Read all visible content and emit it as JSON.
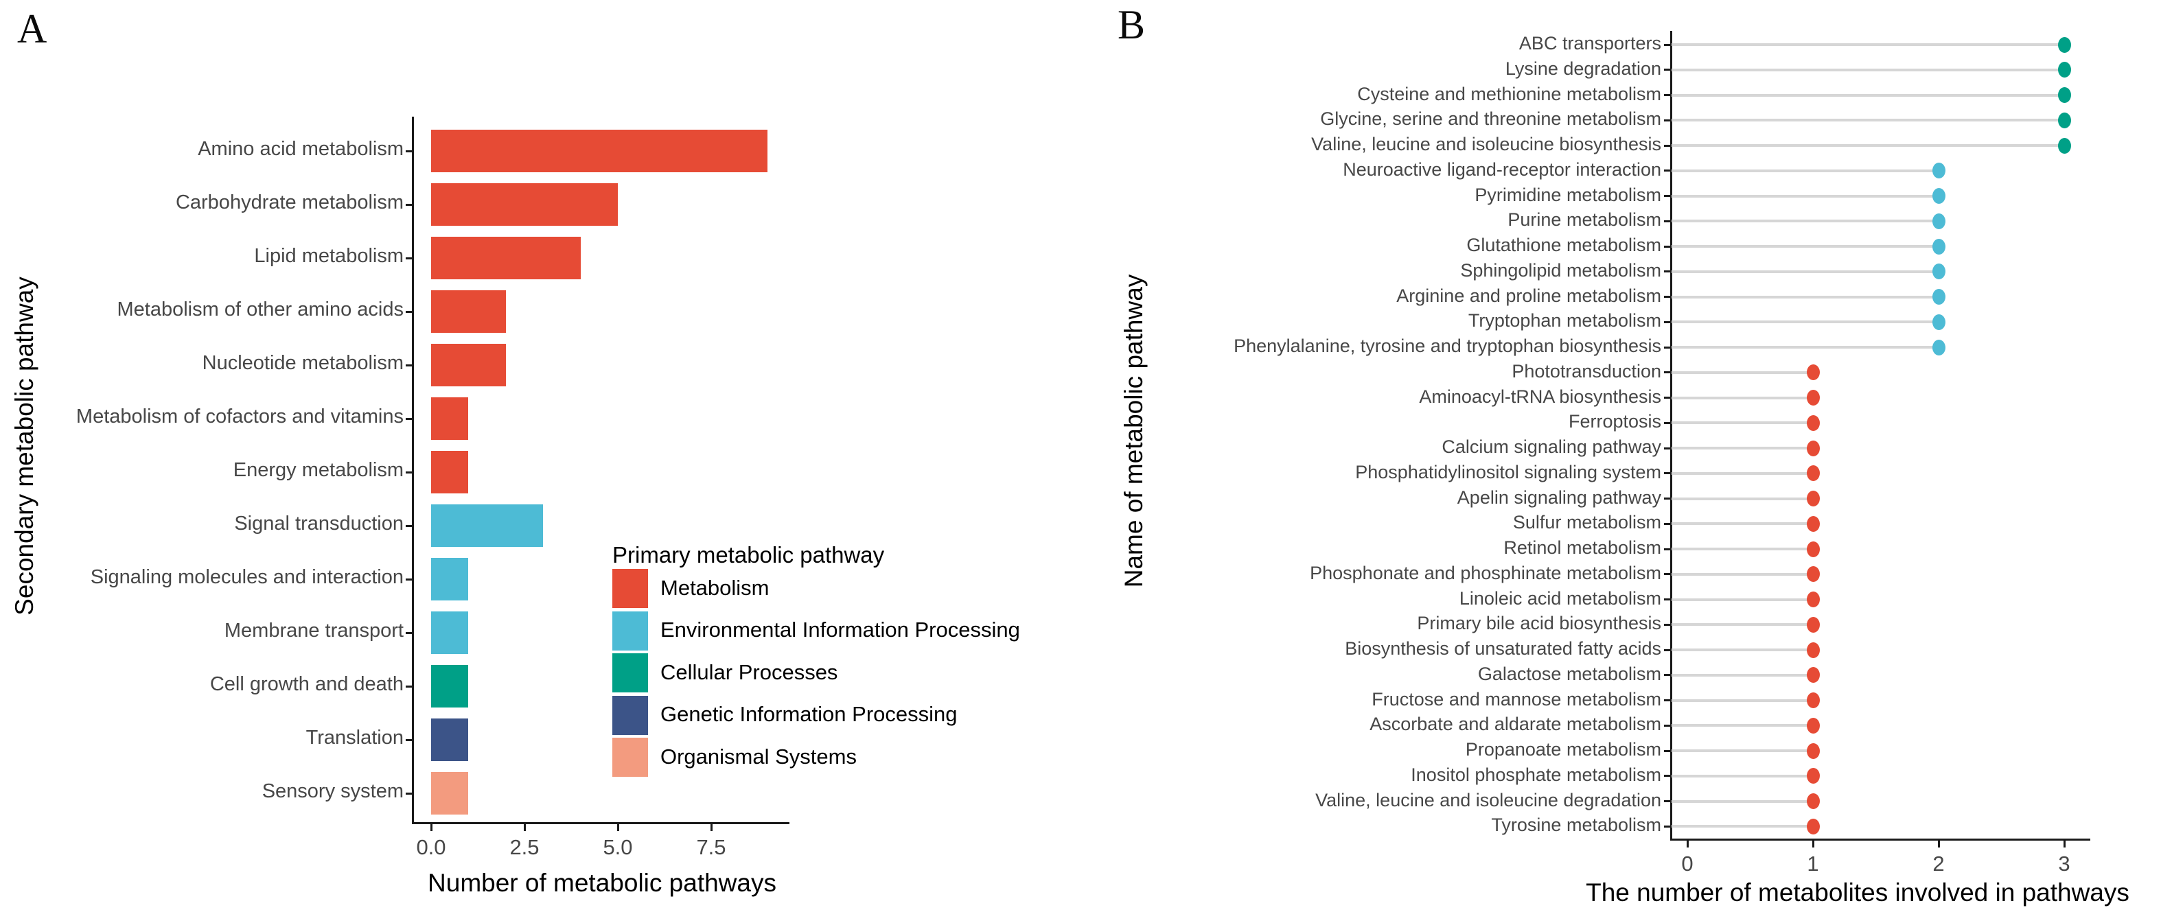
{
  "figure": {
    "background": "#ffffff",
    "palette": {
      "Metabolism": "#E64B35",
      "Environmental Information Processing": "#4DBBD5",
      "Cellular Processes": "#00A087",
      "Genetic Information Processing": "#3C5488",
      "Organismal Systems": "#F39B7F"
    }
  },
  "chart_data": [
    {
      "type": "bar",
      "panel_letter": "A",
      "orientation": "horizontal",
      "xlabel": "Number of metabolic pathways",
      "ylabel": "Secondary metabolic pathway",
      "xlim": [
        0,
        9.4
      ],
      "x_ticks": [
        0,
        2.5,
        5,
        7.5
      ],
      "x_tick_labels": [
        "0.0",
        "2.5",
        "5.0",
        "7.5"
      ],
      "grid": "off",
      "categories": [
        "Amino acid metabolism",
        "Carbohydrate metabolism",
        "Lipid metabolism",
        "Metabolism of other amino acids",
        "Nucleotide metabolism",
        "Metabolism of cofactors and vitamins",
        "Energy metabolism",
        "Signal transduction",
        "Signaling molecules and interaction",
        "Membrane transport",
        "Cell growth and death",
        "Translation",
        "Sensory system"
      ],
      "values": [
        9,
        5,
        4,
        2,
        2,
        1,
        1,
        3,
        1,
        1,
        1,
        1,
        1
      ],
      "groups": [
        "Metabolism",
        "Metabolism",
        "Metabolism",
        "Metabolism",
        "Metabolism",
        "Metabolism",
        "Metabolism",
        "Environmental Information Processing",
        "Environmental Information Processing",
        "Environmental Information Processing",
        "Cellular Processes",
        "Genetic Information Processing",
        "Organismal Systems"
      ],
      "legend": {
        "position": "inside-right",
        "title": "Primary metabolic pathway",
        "entries": [
          {
            "label": "Metabolism",
            "color": "#E64B35"
          },
          {
            "label": "Environmental Information Processing",
            "color": "#4DBBD5"
          },
          {
            "label": "Cellular Processes",
            "color": "#00A087"
          },
          {
            "label": "Genetic Information Processing",
            "color": "#3C5488"
          },
          {
            "label": "Organismal Systems",
            "color": "#F39B7F"
          }
        ]
      }
    },
    {
      "type": "scatter",
      "subtype": "lollipop",
      "panel_letter": "B",
      "orientation": "horizontal",
      "xlabel": "The number of metabolites involved in pathways",
      "ylabel": "Name of metabolic pathway",
      "xlim": [
        0,
        3.2
      ],
      "x_ticks": [
        0,
        1,
        2,
        3
      ],
      "x_tick_labels": [
        "0",
        "1",
        "2",
        "3"
      ],
      "grid": "off",
      "stem_color": "#d6d6d6",
      "value_colors": {
        "1": "#E64B35",
        "2": "#4DBBD5",
        "3": "#00A087"
      },
      "categories": [
        "ABC transporters",
        "Lysine degradation",
        "Cysteine and methionine metabolism",
        "Glycine, serine and threonine metabolism",
        "Valine, leucine and isoleucine biosynthesis",
        "Neuroactive ligand-receptor interaction",
        "Pyrimidine metabolism",
        "Purine metabolism",
        "Glutathione metabolism",
        "Sphingolipid metabolism",
        "Arginine and proline metabolism",
        "Tryptophan metabolism",
        "Phenylalanine, tyrosine and tryptophan biosynthesis",
        "Phototransduction",
        "Aminoacyl-tRNA biosynthesis",
        "Ferroptosis",
        "Calcium signaling pathway",
        "Phosphatidylinositol signaling system",
        "Apelin signaling pathway",
        "Sulfur metabolism",
        "Retinol metabolism",
        "Phosphonate and phosphinate metabolism",
        "Linoleic acid metabolism",
        "Primary bile acid biosynthesis",
        "Biosynthesis of unsaturated fatty acids",
        "Galactose metabolism",
        "Fructose and mannose metabolism",
        "Ascorbate and aldarate metabolism",
        "Propanoate metabolism",
        "Inositol phosphate metabolism",
        "Valine, leucine and isoleucine degradation",
        "Tyrosine metabolism"
      ],
      "values": [
        3,
        3,
        3,
        3,
        3,
        2,
        2,
        2,
        2,
        2,
        2,
        2,
        2,
        1,
        1,
        1,
        1,
        1,
        1,
        1,
        1,
        1,
        1,
        1,
        1,
        1,
        1,
        1,
        1,
        1,
        1,
        1
      ]
    }
  ]
}
